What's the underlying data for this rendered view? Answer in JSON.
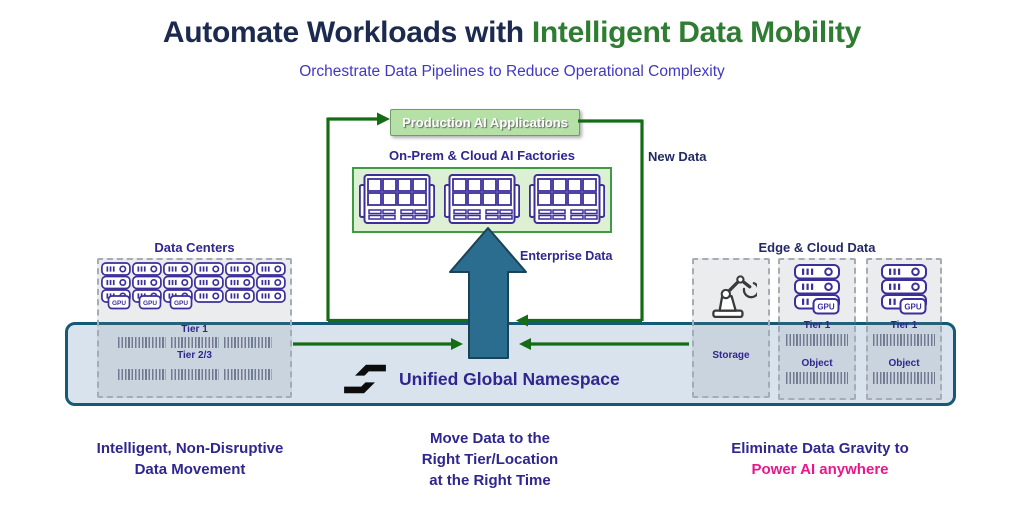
{
  "title": {
    "prefix": "Automate Workloads with ",
    "highlight": "Intelligent Data Mobility"
  },
  "subtitle": "Orchestrate Data Pipelines to Reduce Operational Complexity",
  "flow": {
    "production_label": "Production AI Applications",
    "factories_label": "On-Prem & Cloud AI Factories",
    "new_data_label": "New Data",
    "enterprise_data_label": "Enterprise Data"
  },
  "data_centers": {
    "title": "Data Centers",
    "tier1_label": "Tier 1",
    "tier23_label": "Tier 2/3"
  },
  "edge_cloud": {
    "title": "Edge & Cloud Data",
    "storage_label": "Storage",
    "boxes": [
      {
        "tier_label": "Tier 1",
        "object_label": "Object"
      },
      {
        "tier_label": "Tier 1",
        "object_label": "Object"
      }
    ]
  },
  "icons": {
    "gpu_badge_label": "GPU"
  },
  "namespace_bar": {
    "label": "Unified Global Namespace"
  },
  "notes": {
    "left": [
      "Intelligent, Non-Disruptive",
      "Data Movement"
    ],
    "center": [
      "Move Data to the",
      "Right Tier/Location",
      "at the Right Time"
    ],
    "right": [
      "Eliminate Data Gravity to",
      "Power AI anywhere"
    ]
  },
  "colors": {
    "title_navy": "#1b2a4e",
    "title_green": "#2e7d32",
    "subtitle_purple": "#4038c0",
    "label_indigo": "#2f268f",
    "label_navy": "#232a63",
    "green_line": "#146c14",
    "band_fill": "#d9e3ee",
    "band_border": "#155a74",
    "arrow_fill": "#2b6d8e",
    "arrow_border": "#1a4258",
    "factory_fill": "#def0d3",
    "factory_border": "#3f9b41",
    "production_fill": "#b5e0a6",
    "production_border": "#719a6d",
    "icon_indigo": "#3b2f9a",
    "magenta": "#e8188c"
  }
}
